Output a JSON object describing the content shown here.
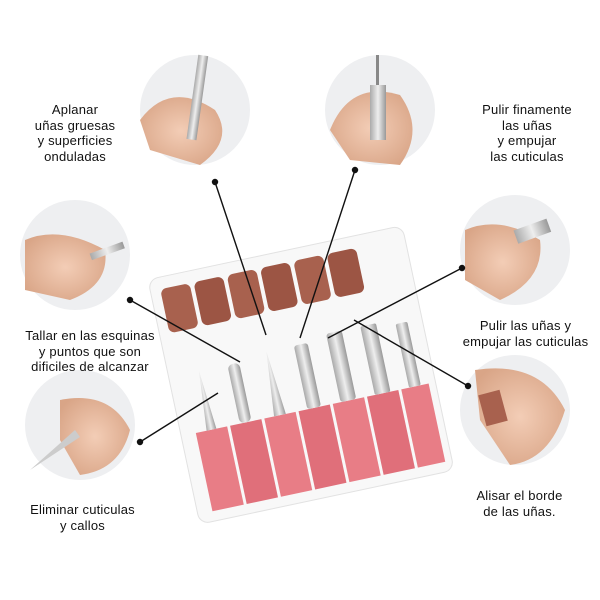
{
  "captions": {
    "flatten": [
      "Aplanar",
      "uñas gruesas",
      "y superficies",
      "onduladas"
    ],
    "fine_polish": [
      "Pulir finamente",
      "las uñas",
      "y empujar",
      "las cuticulas"
    ],
    "corners": [
      "Tallar en las esquinas",
      "y puntos que son",
      "dificiles de alcanzar"
    ],
    "polish_push": [
      "Pulir las uñas y",
      "empujar las cuticulas"
    ],
    "cuticles": [
      "Eliminar cuticulas",
      "y callos"
    ],
    "smooth_edge": [
      "Alisar el borde",
      "de las uñas."
    ]
  },
  "colors": {
    "skin": "#e9b79a",
    "band": "#a8614e",
    "block": "#e87d86",
    "bit": "#cfcfcf"
  }
}
